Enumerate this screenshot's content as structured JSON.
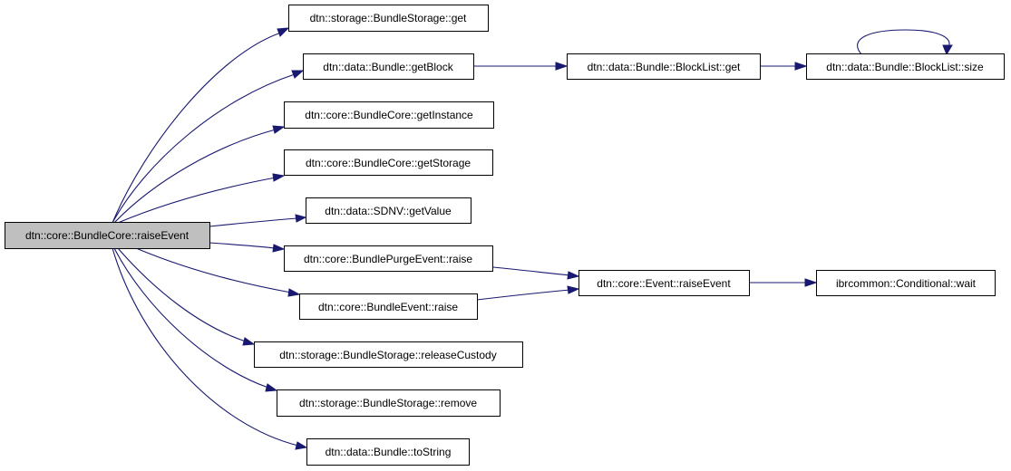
{
  "graph": {
    "edge_color": "#191970",
    "root_fill": "#bfbfbf",
    "nodes": {
      "raiseEvent": "dtn::core::BundleCore::raiseEvent",
      "storageGet": "dtn::storage::BundleStorage::get",
      "getBlock": "dtn::data::Bundle::getBlock",
      "blockListGet": "dtn::data::Bundle::BlockList::get",
      "blockListSize": "dtn::data::Bundle::BlockList::size",
      "getInstance": "dtn::core::BundleCore::getInstance",
      "getStorage": "dtn::core::BundleCore::getStorage",
      "getValue": "dtn::data::SDNV::getValue",
      "purgeRaise": "dtn::core::BundlePurgeEvent::raise",
      "eventRaiseEvent": "dtn::core::Event::raiseEvent",
      "conditionalWait": "ibrcommon::Conditional::wait",
      "bundleEventRaise": "dtn::core::BundleEvent::raise",
      "releaseCustody": "dtn::storage::BundleStorage::releaseCustody",
      "remove": "dtn::storage::BundleStorage::remove",
      "toString": "dtn::data::Bundle::toString"
    }
  }
}
